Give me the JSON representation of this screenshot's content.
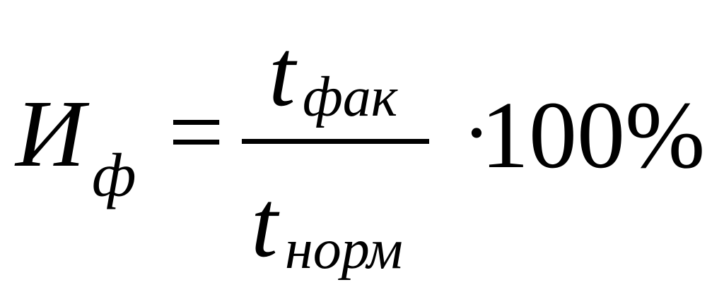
{
  "formula": {
    "lhs_symbol": "И",
    "lhs_subscript": "ф",
    "equals": "=",
    "numerator_symbol": "t",
    "numerator_subscript": "фак",
    "denominator_symbol": "t",
    "denominator_subscript": "норм",
    "multiply": "·",
    "factor": "100%"
  }
}
